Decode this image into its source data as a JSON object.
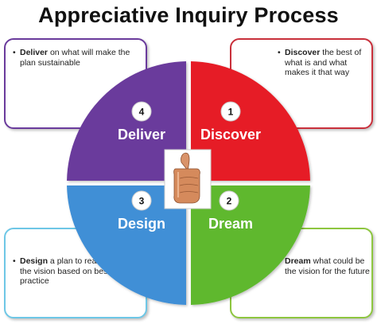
{
  "title": "Appreciative Inquiry Process",
  "colors": {
    "deliver": "#6a3b9c",
    "discover": "#e61e25",
    "design": "#3f8fd6",
    "dream": "#5fb82d",
    "deliver_border": "#6a3b9c",
    "discover_border": "#c9303b",
    "design_border": "#6ec7e6",
    "dream_border": "#8dc63f"
  },
  "quadrants": {
    "deliver": {
      "number": "4",
      "label": "Deliver"
    },
    "discover": {
      "number": "1",
      "label": "Discover"
    },
    "design": {
      "number": "3",
      "label": "Design"
    },
    "dream": {
      "number": "2",
      "label": "Dream"
    }
  },
  "boxes": {
    "deliver": {
      "keyword": "Deliver",
      "text": " on what will make the plan sustainable"
    },
    "discover": {
      "keyword": "Discover",
      "text": " the best of what is and what makes it that way"
    },
    "design": {
      "keyword": "Design",
      "text": " a plan to realize the vision based on best practice"
    },
    "dream": {
      "keyword": "Dream",
      "text": " what could be the vision for the future"
    }
  },
  "center_image": "thumbs-up-icon"
}
